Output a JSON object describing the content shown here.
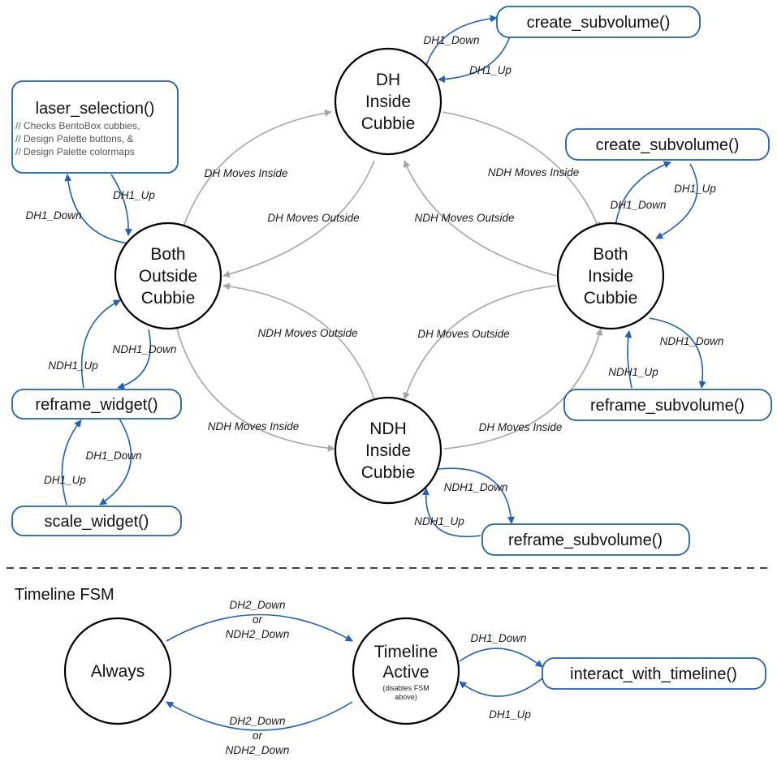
{
  "states": {
    "dh_inside": [
      "DH",
      "Inside",
      "Cubbie"
    ],
    "both_outside": [
      "Both",
      "Outside",
      "Cubbie"
    ],
    "both_inside": [
      "Both",
      "Inside",
      "Cubbie"
    ],
    "ndh_inside": [
      "NDH",
      "Inside",
      "Cubbie"
    ],
    "always": [
      "Always"
    ],
    "timeline_active": [
      "Timeline",
      "Active"
    ],
    "timeline_active_note": [
      "(disables FSM",
      "above)"
    ]
  },
  "functions": {
    "laser_selection": "laser_selection()",
    "laser_selection_comments": [
      "// Checks BentoBox cubbies,",
      "// Design Palette buttons, &",
      "// Design Palette colormaps"
    ],
    "create_subvolume_top": "create_subvolume()",
    "create_subvolume_right": "create_subvolume()",
    "reframe_subvolume_right": "reframe_subvolume()",
    "reframe_subvolume_bottom": "reframe_subvolume()",
    "reframe_widget": "reframe_widget()",
    "scale_widget": "scale_widget()",
    "interact_with_timeline": "interact_with_timeline()"
  },
  "edge_labels": {
    "dh_moves_inside_left": "DH Moves Inside",
    "dh_moves_outside_left": "DH Moves Outside",
    "ndh_moves_inside_right": "NDH Moves Inside",
    "ndh_moves_outside_right": "NDH Moves Outside",
    "ndh_moves_outside_mid": "NDH Moves Outside",
    "dh_moves_outside_mid": "DH Moves Outside",
    "ndh_moves_inside_bottom": "NDH Moves Inside",
    "dh_moves_inside_bottom": "DH Moves Inside",
    "top_dh1_down": "DH1_Down",
    "top_dh1_up": "DH1_Up",
    "laser_dh1_down": "DH1_Down",
    "laser_dh1_up": "DH1_Up",
    "right_dh1_down": "DH1_Down",
    "right_dh1_up": "DH1_Up",
    "right_ndh1_down": "NDH1_Down",
    "right_ndh1_up": "NDH1_Up",
    "left_ndh1_down": "NDH1_Down",
    "left_ndh1_up": "NDH1_Up",
    "widget_dh1_down": "DH1_Down",
    "widget_dh1_up": "DH1_Up",
    "bottom_ndh1_down": "NDH1_Down",
    "bottom_ndh1_up": "NDH1_Up",
    "timeline_dh1_down": "DH1_Down",
    "timeline_dh1_up": "DH1_Up",
    "to_timeline": [
      "DH2_Down",
      "or",
      "NDH2_Down"
    ],
    "to_always": [
      "DH2_Down",
      "or",
      "NDH2_Down"
    ]
  },
  "section_title": "Timeline FSM",
  "colors": {
    "transition_gray": "#a6a6a6",
    "action_blue": "#1f5fbf"
  }
}
